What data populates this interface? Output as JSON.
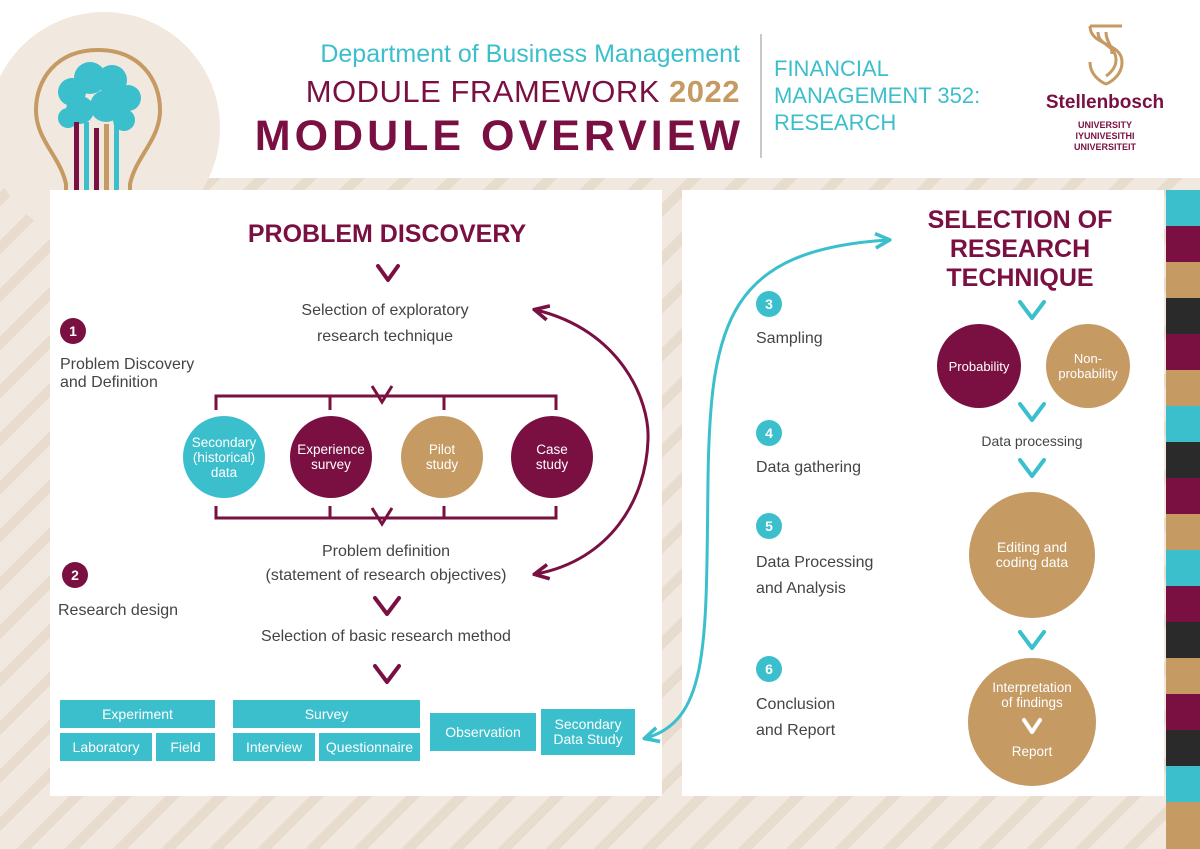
{
  "header": {
    "department": "Department of Business Management",
    "module_framework": "MODULE FRAMEWORK",
    "year": "2022",
    "module_overview": "MODULE OVERVIEW",
    "course_lines": [
      "FINANCIAL",
      "MANAGEMENT 352:",
      "RESEARCH"
    ],
    "logo_name": "Stellenbosch",
    "logo_sub": [
      "UNIVERSITY",
      "IYUNIVESITHI",
      "UNIVERSITEIT"
    ]
  },
  "left": {
    "title": "PROBLEM DISCOVERY",
    "exploratory": [
      "Selection of exploratory",
      "research technique"
    ],
    "step1": {
      "num": "1",
      "label": [
        "Problem Discovery",
        "and Definition"
      ]
    },
    "step2": {
      "num": "2",
      "label": [
        "Research design"
      ]
    },
    "techniques": [
      {
        "lines": [
          "Secondary",
          "(historical)",
          "data"
        ]
      },
      {
        "lines": [
          "Experience",
          "survey"
        ]
      },
      {
        "lines": [
          "Pilot",
          "study"
        ]
      },
      {
        "lines": [
          "Case",
          "study"
        ]
      }
    ],
    "problem_definition": [
      "Problem definition",
      "(statement of research objectives)"
    ],
    "basic_method": "Selection of basic research method",
    "methods": {
      "experiment": "Experiment",
      "laboratory": "Laboratory",
      "field": "Field",
      "survey": "Survey",
      "interview": "Interview",
      "questionnaire": "Questionnaire",
      "observation": "Observation",
      "secondary": [
        "Secondary",
        "Data Study"
      ]
    }
  },
  "right": {
    "title": [
      "SELECTION OF",
      "RESEARCH",
      "TECHNIQUE"
    ],
    "steps": [
      {
        "num": "3",
        "label": [
          "Sampling"
        ]
      },
      {
        "num": "4",
        "label": [
          "Data gathering"
        ]
      },
      {
        "num": "5",
        "label": [
          "Data Processing",
          "and Analysis"
        ]
      },
      {
        "num": "6",
        "label": [
          "Conclusion",
          "and Report"
        ]
      }
    ],
    "probability": "Probability",
    "non_probability": [
      "Non-",
      "probability"
    ],
    "data_processing": "Data processing",
    "editing": [
      "Editing and",
      "coding data"
    ],
    "interpretation": [
      "Interpretation",
      "of findings"
    ],
    "report": "Report"
  },
  "colors": {
    "maroon": "#7a1042",
    "teal": "#3bbfcc",
    "gold": "#c59a63",
    "beige": "#f1e9df"
  }
}
